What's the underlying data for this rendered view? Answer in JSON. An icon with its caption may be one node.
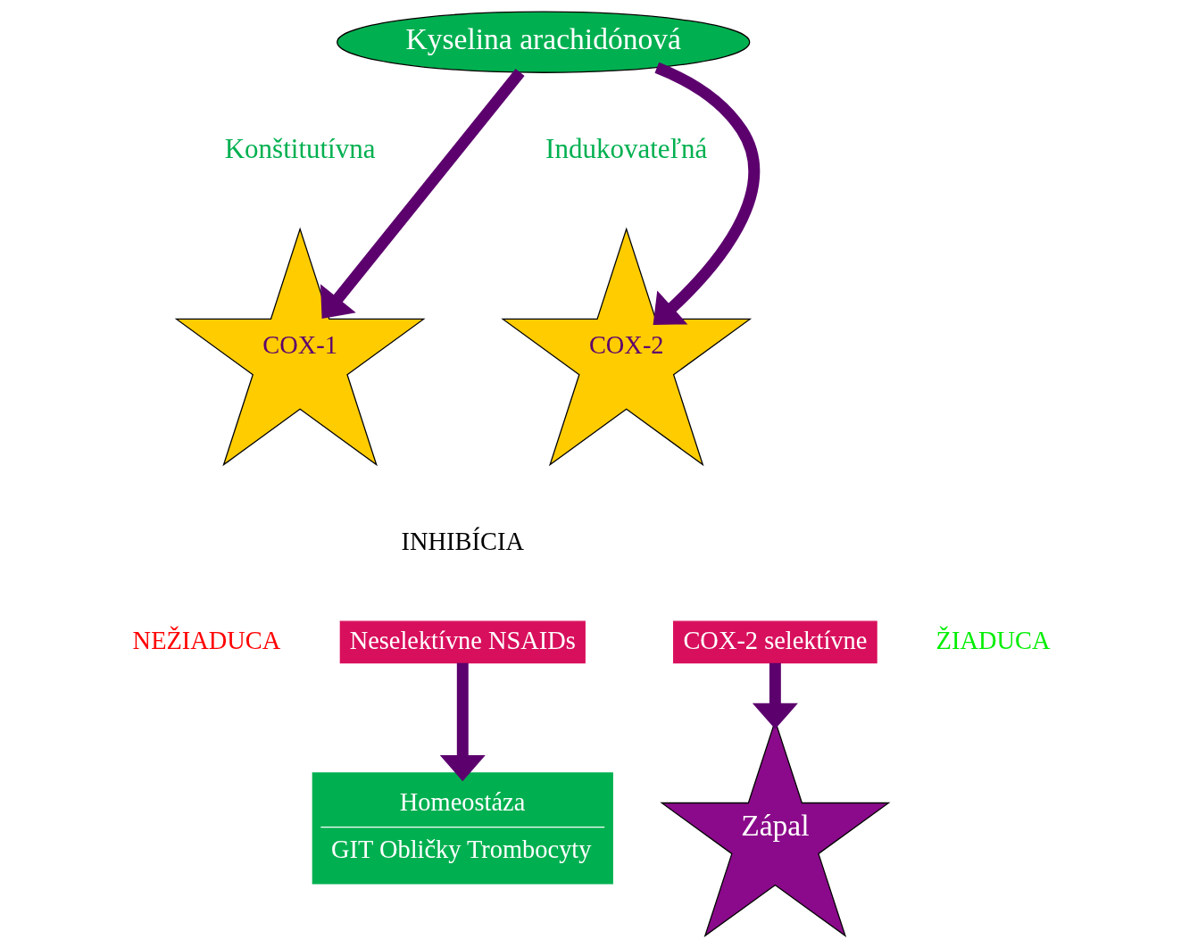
{
  "diagram": {
    "nodes": [
      {
        "text": [
          "Kyselina arachidónová"
        ]
      },
      {
        "text": [
          "COX-1"
        ],
        "beside": [
          "Konštitutívna"
        ]
      },
      {
        "text": [
          "COX-2"
        ],
        "beside": [
          "Indukovateľná"
        ]
      },
      {
        "text": [
          "Neselektívne NSAIDs"
        ]
      },
      {
        "text": [
          "COX-2 selektívne"
        ]
      },
      {
        "text": [
          "Homeostáza",
          "GIT Obličky Trombocyty"
        ]
      },
      {
        "text": [
          "Zápal"
        ]
      }
    ],
    "edges": [
      {
        "from": 0,
        "to": 1,
        "arrow": "to"
      },
      {
        "from": 0,
        "to": 2,
        "arrow": "to"
      },
      {
        "from": 3,
        "to": 5,
        "arrow": "to"
      },
      {
        "from": 4,
        "to": 6,
        "arrow": "to"
      }
    ],
    "labels": [
      "INHIBÍCIA",
      "NEŽIADUCA",
      "ŽIADUCA"
    ]
  }
}
